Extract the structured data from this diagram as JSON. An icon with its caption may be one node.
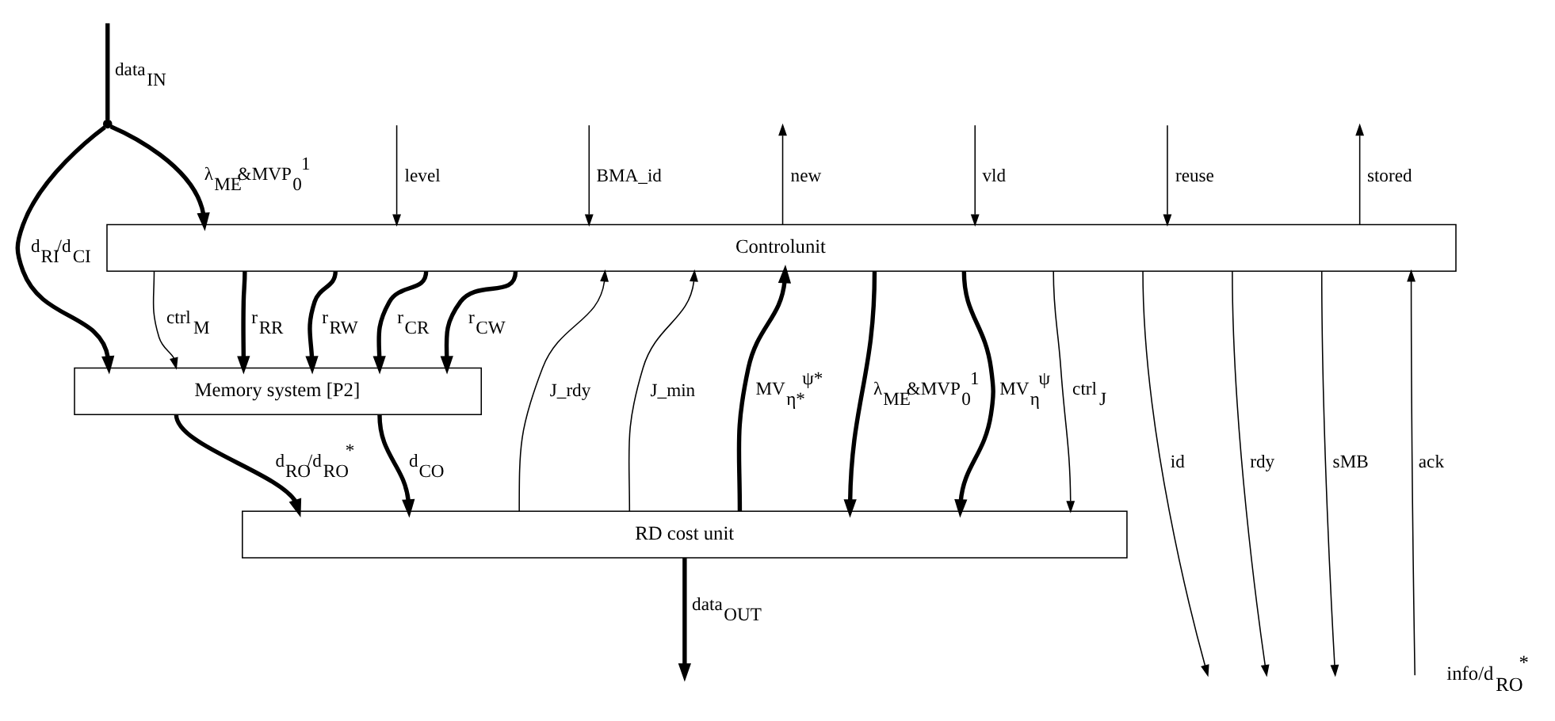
{
  "diagram": {
    "nodes": [
      {
        "text": [],
        "shape": "circle"
      },
      {
        "text": [
          "Controlunit"
        ]
      },
      {
        "text": [
          "Memory system [P2]"
        ]
      },
      {
        "text": [
          "RD cost unit"
        ]
      }
    ],
    "edges": [
      {
        "from": null,
        "to": 0,
        "arrow": "none",
        "label": "data$_{IN}$",
        "style": "thick"
      },
      {
        "from": 0,
        "to": 2,
        "arrow": "to",
        "label": "d$_{RI}$/d$_{CI}$",
        "style": "thick"
      },
      {
        "from": 0,
        "to": 1,
        "arrow": "to",
        "label": "λ$_{ME}$&MVP$_{0}$$^{1}$",
        "style": "thick"
      },
      {
        "from": 1,
        "to": null,
        "arrow": "to",
        "label": "id"
      },
      {
        "from": 1,
        "to": null,
        "arrow": "to",
        "label": "rdy"
      },
      {
        "from": 1,
        "to": null,
        "arrow": "to",
        "label": "sMB"
      },
      {
        "from": null,
        "to": 1,
        "arrow": "to",
        "label": "ack"
      },
      {
        "from": null,
        "to": 1,
        "arrow": "to",
        "label": "level"
      },
      {
        "from": null,
        "to": 1,
        "arrow": "to",
        "label": "BMA_id"
      },
      {
        "from": 1,
        "to": 2,
        "arrow": "to",
        "label": "ctrl$_{M}$"
      },
      {
        "from": 1,
        "to": 2,
        "arrow": "to",
        "label": "r$_{RR}$",
        "style": "thick"
      },
      {
        "from": 1,
        "to": 2,
        "arrow": "to",
        "label": "r$_{RW}$",
        "style": "thick"
      },
      {
        "from": 1,
        "to": 2,
        "arrow": "to",
        "label": "r$_{CR}$",
        "style": "thick"
      },
      {
        "from": 1,
        "to": 2,
        "arrow": "to",
        "label": "r$_{CW}$",
        "style": "thick"
      },
      {
        "from": 2,
        "to": 3,
        "arrow": "to",
        "label": "d$_{RO}$/d$_{RO}$$^{*}$",
        "style": "thick"
      },
      {
        "from": 2,
        "to": 3,
        "arrow": "to",
        "label": "d$_{CO}$",
        "style": "thick"
      },
      {
        "from": 3,
        "to": 1,
        "arrow": "to",
        "label": "J_rdy"
      },
      {
        "from": 3,
        "to": 1,
        "arrow": "to",
        "label": "J_min"
      },
      {
        "from": 3,
        "to": 1,
        "arrow": "to",
        "label": "MV$_{η*}$$^{ψ*}$",
        "style": "thick"
      },
      {
        "from": 1,
        "to": 3,
        "arrow": "to",
        "label": "λ$_{ME}$&MVP$_{0}$$^{1}$",
        "style": "thick"
      },
      {
        "from": 1,
        "to": 3,
        "arrow": "to",
        "label": "MV$_{η}$$^{ψ}$",
        "style": "thick"
      },
      {
        "from": 1,
        "to": 3,
        "arrow": "to",
        "label": "ctrl$_{J}$"
      },
      {
        "from": 3,
        "to": null,
        "arrow": "to",
        "label": "data$_{OUT}$",
        "style": "thick"
      },
      {
        "from": null,
        "to": 1,
        "arrow": "to",
        "label": "vld"
      },
      {
        "from": null,
        "to": 1,
        "arrow": "to",
        "label": "reuse"
      },
      {
        "from": 1,
        "to": null,
        "arrow": "to",
        "label": "new"
      },
      {
        "from": 1,
        "to": null,
        "arrow": "to",
        "label": "stored"
      }
    ],
    "labels": [
      "info/d$_{RO}$$^{*}$"
    ]
  }
}
